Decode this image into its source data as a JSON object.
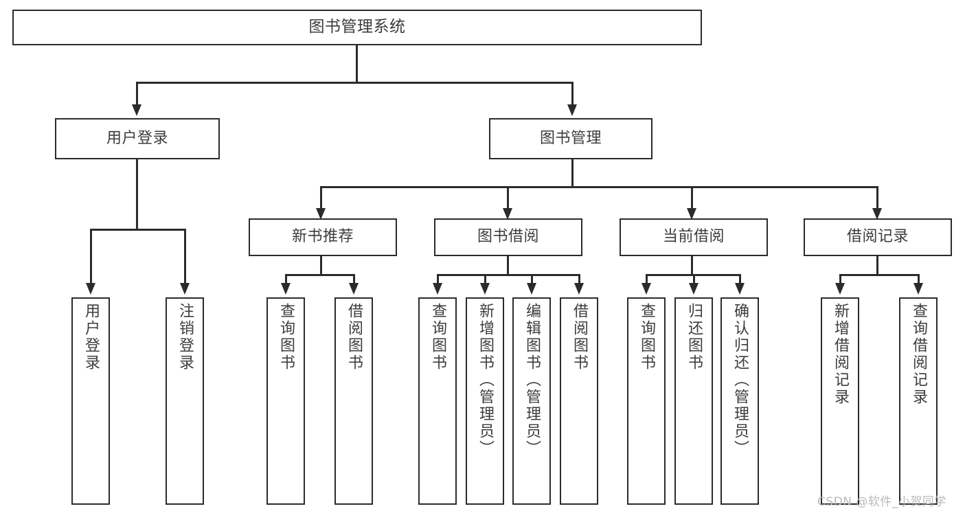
{
  "diagram": {
    "title": "图书管理系统",
    "type": "hierarchy-tree",
    "levels": 4,
    "nodes": {
      "root": {
        "label": "图书管理系统"
      },
      "level2": [
        {
          "id": "user-login",
          "label": "用户登录"
        },
        {
          "id": "book-manage",
          "label": "图书管理"
        }
      ],
      "level3": [
        {
          "id": "new-book-recommend",
          "label": "新书推荐"
        },
        {
          "id": "book-borrow",
          "label": "图书借阅"
        },
        {
          "id": "current-borrow",
          "label": "当前借阅"
        },
        {
          "id": "borrow-record",
          "label": "借阅记录"
        }
      ],
      "leaves": {
        "user_login": [
          {
            "id": "leaf-user-login",
            "label": "用户登录"
          },
          {
            "id": "leaf-logout-login",
            "label": "注销登录"
          }
        ],
        "new_book_recommend": [
          {
            "id": "leaf-query-book-1",
            "label": "查询图书"
          },
          {
            "id": "leaf-borrow-book-1",
            "label": "借阅图书"
          }
        ],
        "book_borrow": [
          {
            "id": "leaf-query-book-2",
            "label": "查询图书"
          },
          {
            "id": "leaf-add-book-admin",
            "label": "新增图书（管理员）"
          },
          {
            "id": "leaf-edit-book-admin",
            "label": "编辑图书（管理员）"
          },
          {
            "id": "leaf-borrow-book-2",
            "label": "借阅图书"
          }
        ],
        "current_borrow": [
          {
            "id": "leaf-query-book-3",
            "label": "查询图书"
          },
          {
            "id": "leaf-return-book",
            "label": "归还图书"
          },
          {
            "id": "leaf-confirm-return-admin",
            "label": "确认归还（管理员）"
          }
        ],
        "borrow_record": [
          {
            "id": "leaf-add-borrow-record",
            "label": "新增借阅记录"
          },
          {
            "id": "leaf-query-borrow-record",
            "label": "查询借阅记录"
          }
        ]
      }
    },
    "colors": {
      "stroke": "#2b2b2b",
      "text": "#3c3c3c",
      "background": "#ffffff",
      "watermark": "#b9b9b9"
    }
  },
  "watermark": {
    "text": "CSDN @软件_小贺同学"
  }
}
